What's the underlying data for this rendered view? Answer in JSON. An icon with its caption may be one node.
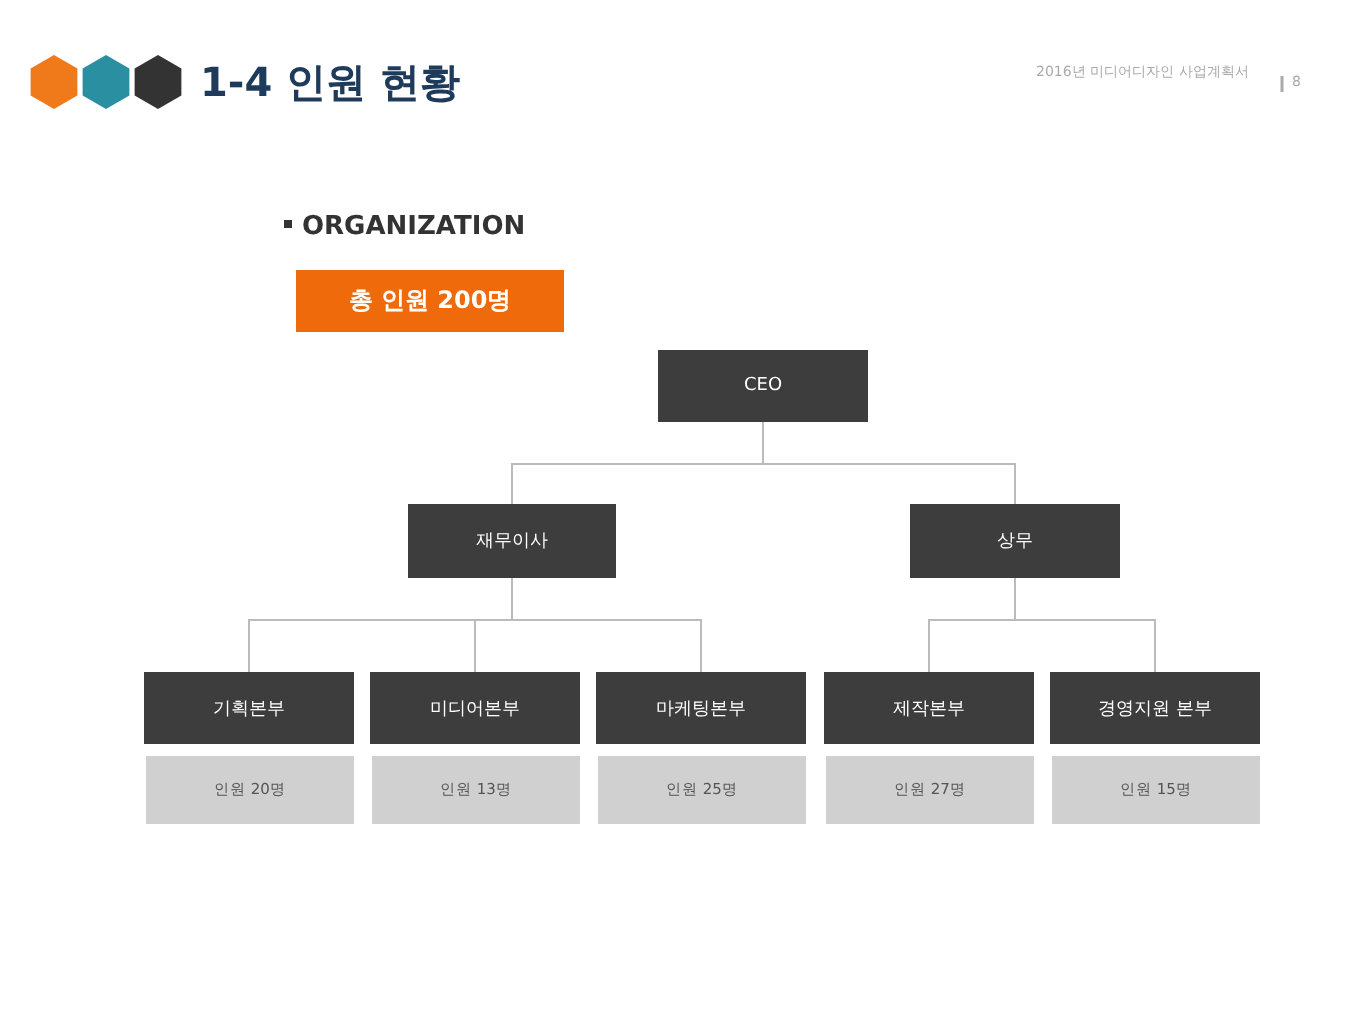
{
  "diagram": {
    "title": "1-4 인원 현황",
    "nodes": [
      {
        "text": [
          "CEO"
        ]
      },
      {
        "text": [
          "재무이사"
        ]
      },
      {
        "text": [
          "상무"
        ]
      },
      {
        "text": [
          "기획본부"
        ]
      },
      {
        "text": [
          "미디어본부"
        ]
      },
      {
        "text": [
          "마케팅본부"
        ]
      },
      {
        "text": [
          "제작본부"
        ]
      },
      {
        "text": [
          "경영지원 본부"
        ]
      },
      {
        "text": [
          "인원 20명"
        ]
      },
      {
        "text": [
          "인원 13명"
        ]
      },
      {
        "text": [
          "인원 25명"
        ]
      },
      {
        "text": [
          "인원 27명"
        ]
      },
      {
        "text": [
          "인원 15명"
        ]
      },
      {
        "text": [
          "총 인원 200명"
        ]
      }
    ],
    "edges": [
      {
        "from": 0,
        "to": 1,
        "arrow": "none"
      },
      {
        "from": 0,
        "to": 2,
        "arrow": "none"
      },
      {
        "from": 1,
        "to": 3,
        "arrow": "none"
      },
      {
        "from": 1,
        "to": 4,
        "arrow": "none"
      },
      {
        "from": 1,
        "to": 5,
        "arrow": "none"
      },
      {
        "from": 2,
        "to": 6,
        "arrow": "none"
      },
      {
        "from": 2,
        "to": 7,
        "arrow": "none"
      }
    ],
    "labels": [
      "2016년 미디어디자인 사업계획서",
      "8",
      "ORGANIZATION"
    ]
  }
}
